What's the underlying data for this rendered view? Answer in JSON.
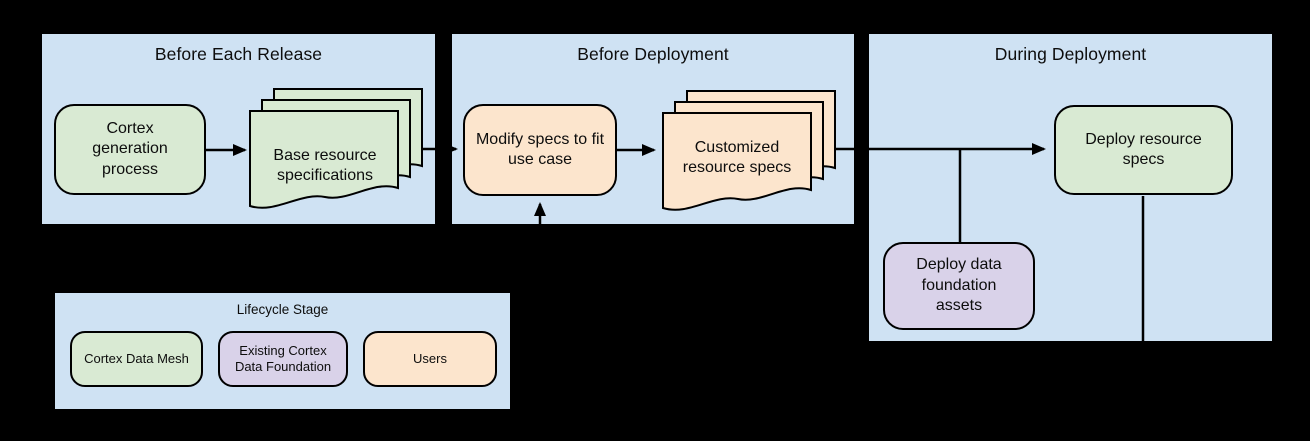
{
  "colors": {
    "background": "#000000",
    "panel_fill": "#cfe2f3",
    "cortex_data_mesh_fill": "#d9ead3",
    "existing_data_foundation_fill": "#d9d2e9",
    "users_fill": "#fce5cd",
    "connector": "#000000",
    "text": "#0d0d0d"
  },
  "panels": {
    "release": {
      "title": "Before Each Release"
    },
    "before_deployment": {
      "title": "Before Deployment"
    },
    "during_deployment": {
      "title": "During Deployment"
    }
  },
  "nodes": {
    "cortex_generation": {
      "label": "Cortex generation process"
    },
    "base_specs": {
      "label": "Base resource specifications"
    },
    "modify_specs": {
      "label": "Modify specs to fit use case"
    },
    "customized_specs": {
      "label": "Customized resource specs"
    },
    "deploy_resource_specs": {
      "label": "Deploy resource specs"
    },
    "deploy_data_foundation": {
      "label": "Deploy data foundation assets"
    }
  },
  "legend": {
    "title": "Lifecycle Stage",
    "items": [
      {
        "label": "Cortex Data Mesh",
        "color": "#d9ead3"
      },
      {
        "label": "Existing Cortex Data Foundation",
        "color": "#d9d2e9"
      },
      {
        "label": "Users",
        "color": "#fce5cd"
      }
    ]
  }
}
